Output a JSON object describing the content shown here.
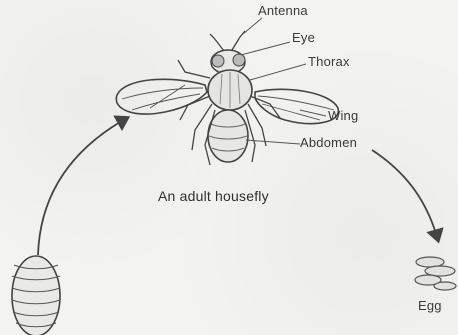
{
  "labels": {
    "antenna": "Antenna",
    "eye": "Eye",
    "thorax": "Thorax",
    "wing": "Wing",
    "abdomen": "Abdomen",
    "caption": "An adult housefly",
    "eggs": "Egg"
  },
  "colors": {
    "ink": "#3a3a3a",
    "paper": "#f3f3f1"
  }
}
